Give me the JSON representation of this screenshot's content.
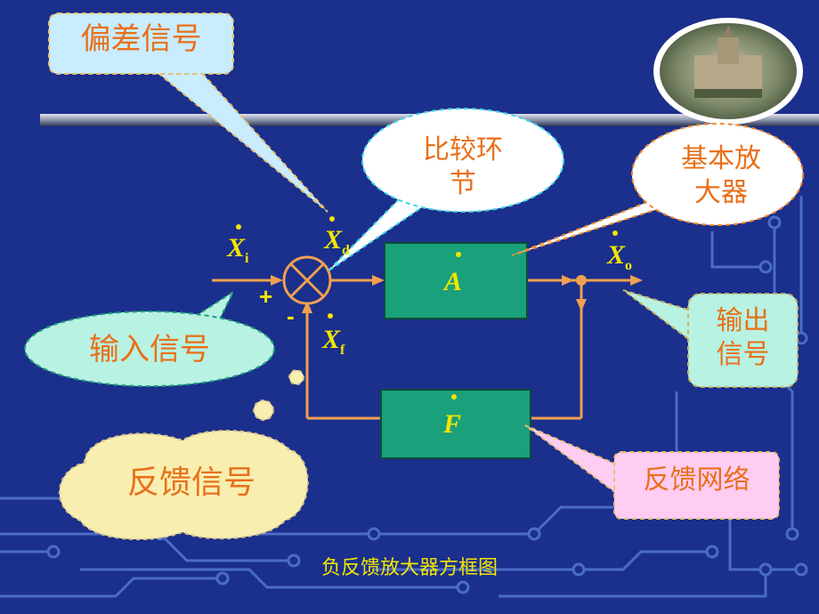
{
  "colors": {
    "background": "#1b2f8c",
    "signal_line": "#f0a050",
    "block_fill": "#1aa07a",
    "symbol_yellow": "#f2e600",
    "callout_text_orange": "#e8701a"
  },
  "callouts": {
    "error_signal": "偏差信号",
    "comparator": "比较环\n节",
    "basic_amplifier": "基本放\n大器",
    "input_signal": "输入信号",
    "output_signal": "输出\n信号",
    "feedback_signal": "反馈信号",
    "feedback_network": "反馈网络"
  },
  "symbols": {
    "xi": {
      "letter": "X",
      "sub": "i"
    },
    "xd": {
      "letter": "X",
      "sub": "d"
    },
    "xf": {
      "letter": "X",
      "sub": "f"
    },
    "xo": {
      "letter": "X",
      "sub": "o"
    },
    "amplifier": "A",
    "feedback": "F",
    "plus": "+",
    "minus": "-"
  },
  "caption": "负反馈放大器方框图"
}
